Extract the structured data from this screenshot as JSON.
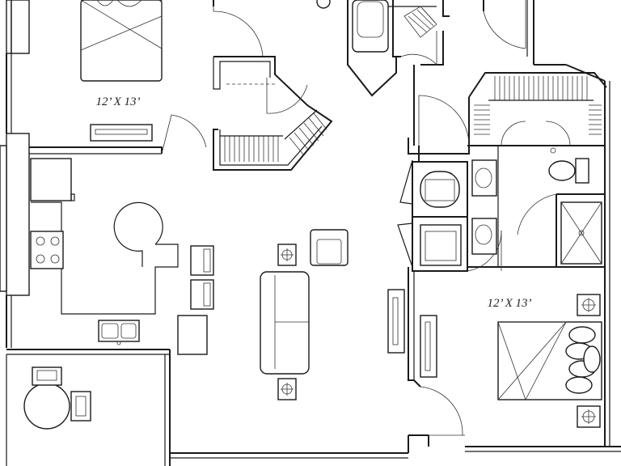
{
  "plan": {
    "rooms": [
      {
        "id": "bedroom_1",
        "dimension_label": "12’ X 13’"
      },
      {
        "id": "bedroom_2",
        "dimension_label": "12’ X 13’"
      }
    ],
    "colors": {
      "line": "#1a1a1a",
      "background": "#ffffff"
    }
  }
}
